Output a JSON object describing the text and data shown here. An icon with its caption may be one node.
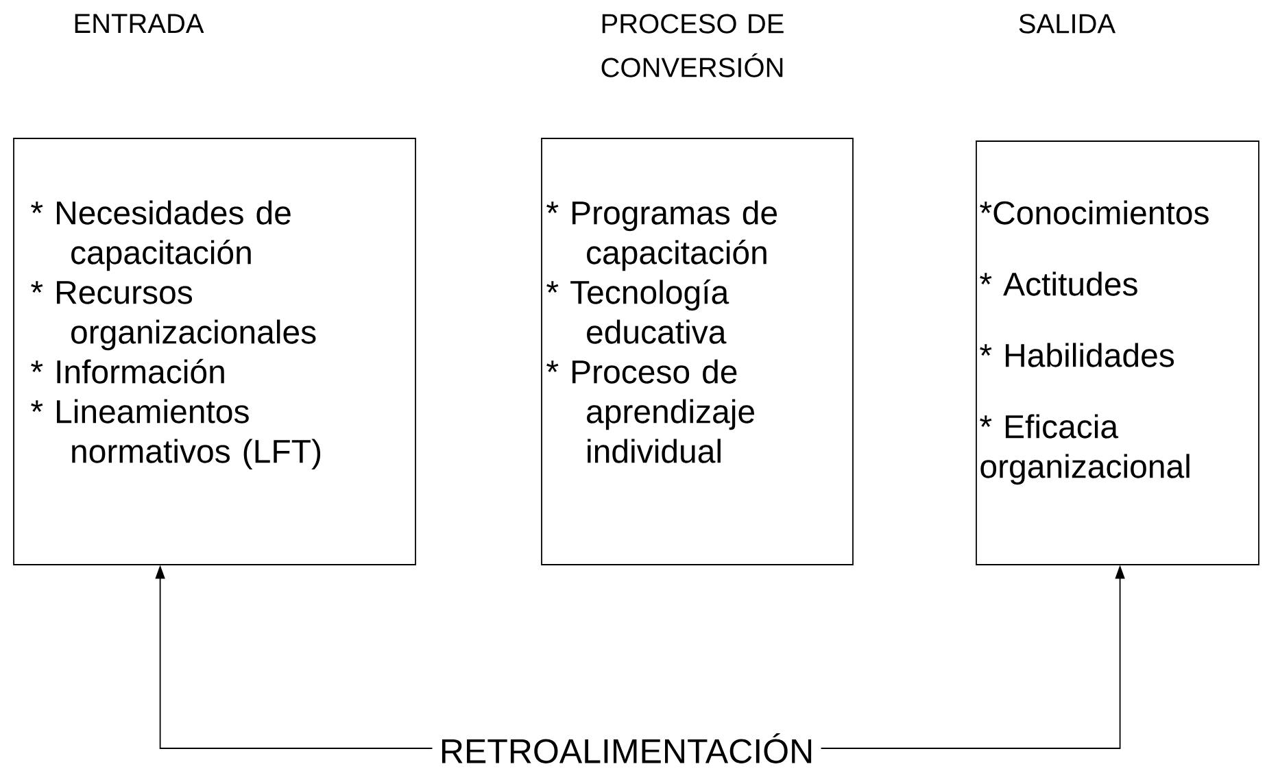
{
  "diagram": {
    "nodes": [
      {
        "text": [
          "* Necesidades de capacitación",
          "* Recursos organizacionales",
          "* Información",
          "* Lineamientos normativos (LFT)"
        ]
      },
      {
        "text": [
          "* Programas de capacitación",
          "* Tecnología educativa",
          "* Proceso de aprendizaje individual"
        ]
      },
      {
        "text": [
          "*Conocimientos",
          "* Actitudes",
          "* Habilidades",
          "* Eficacia organizacional"
        ]
      },
      {
        "text": [
          "RETROALIMENTACIÓN"
        ]
      }
    ],
    "edges": [
      {
        "from": 3,
        "to": 0,
        "arrow": "to"
      },
      {
        "from": 3,
        "to": 2,
        "arrow": "to"
      }
    ],
    "labels": [
      "ENTRADA",
      "PROCESO DE CONVERSIÓN",
      "SALIDA"
    ]
  }
}
